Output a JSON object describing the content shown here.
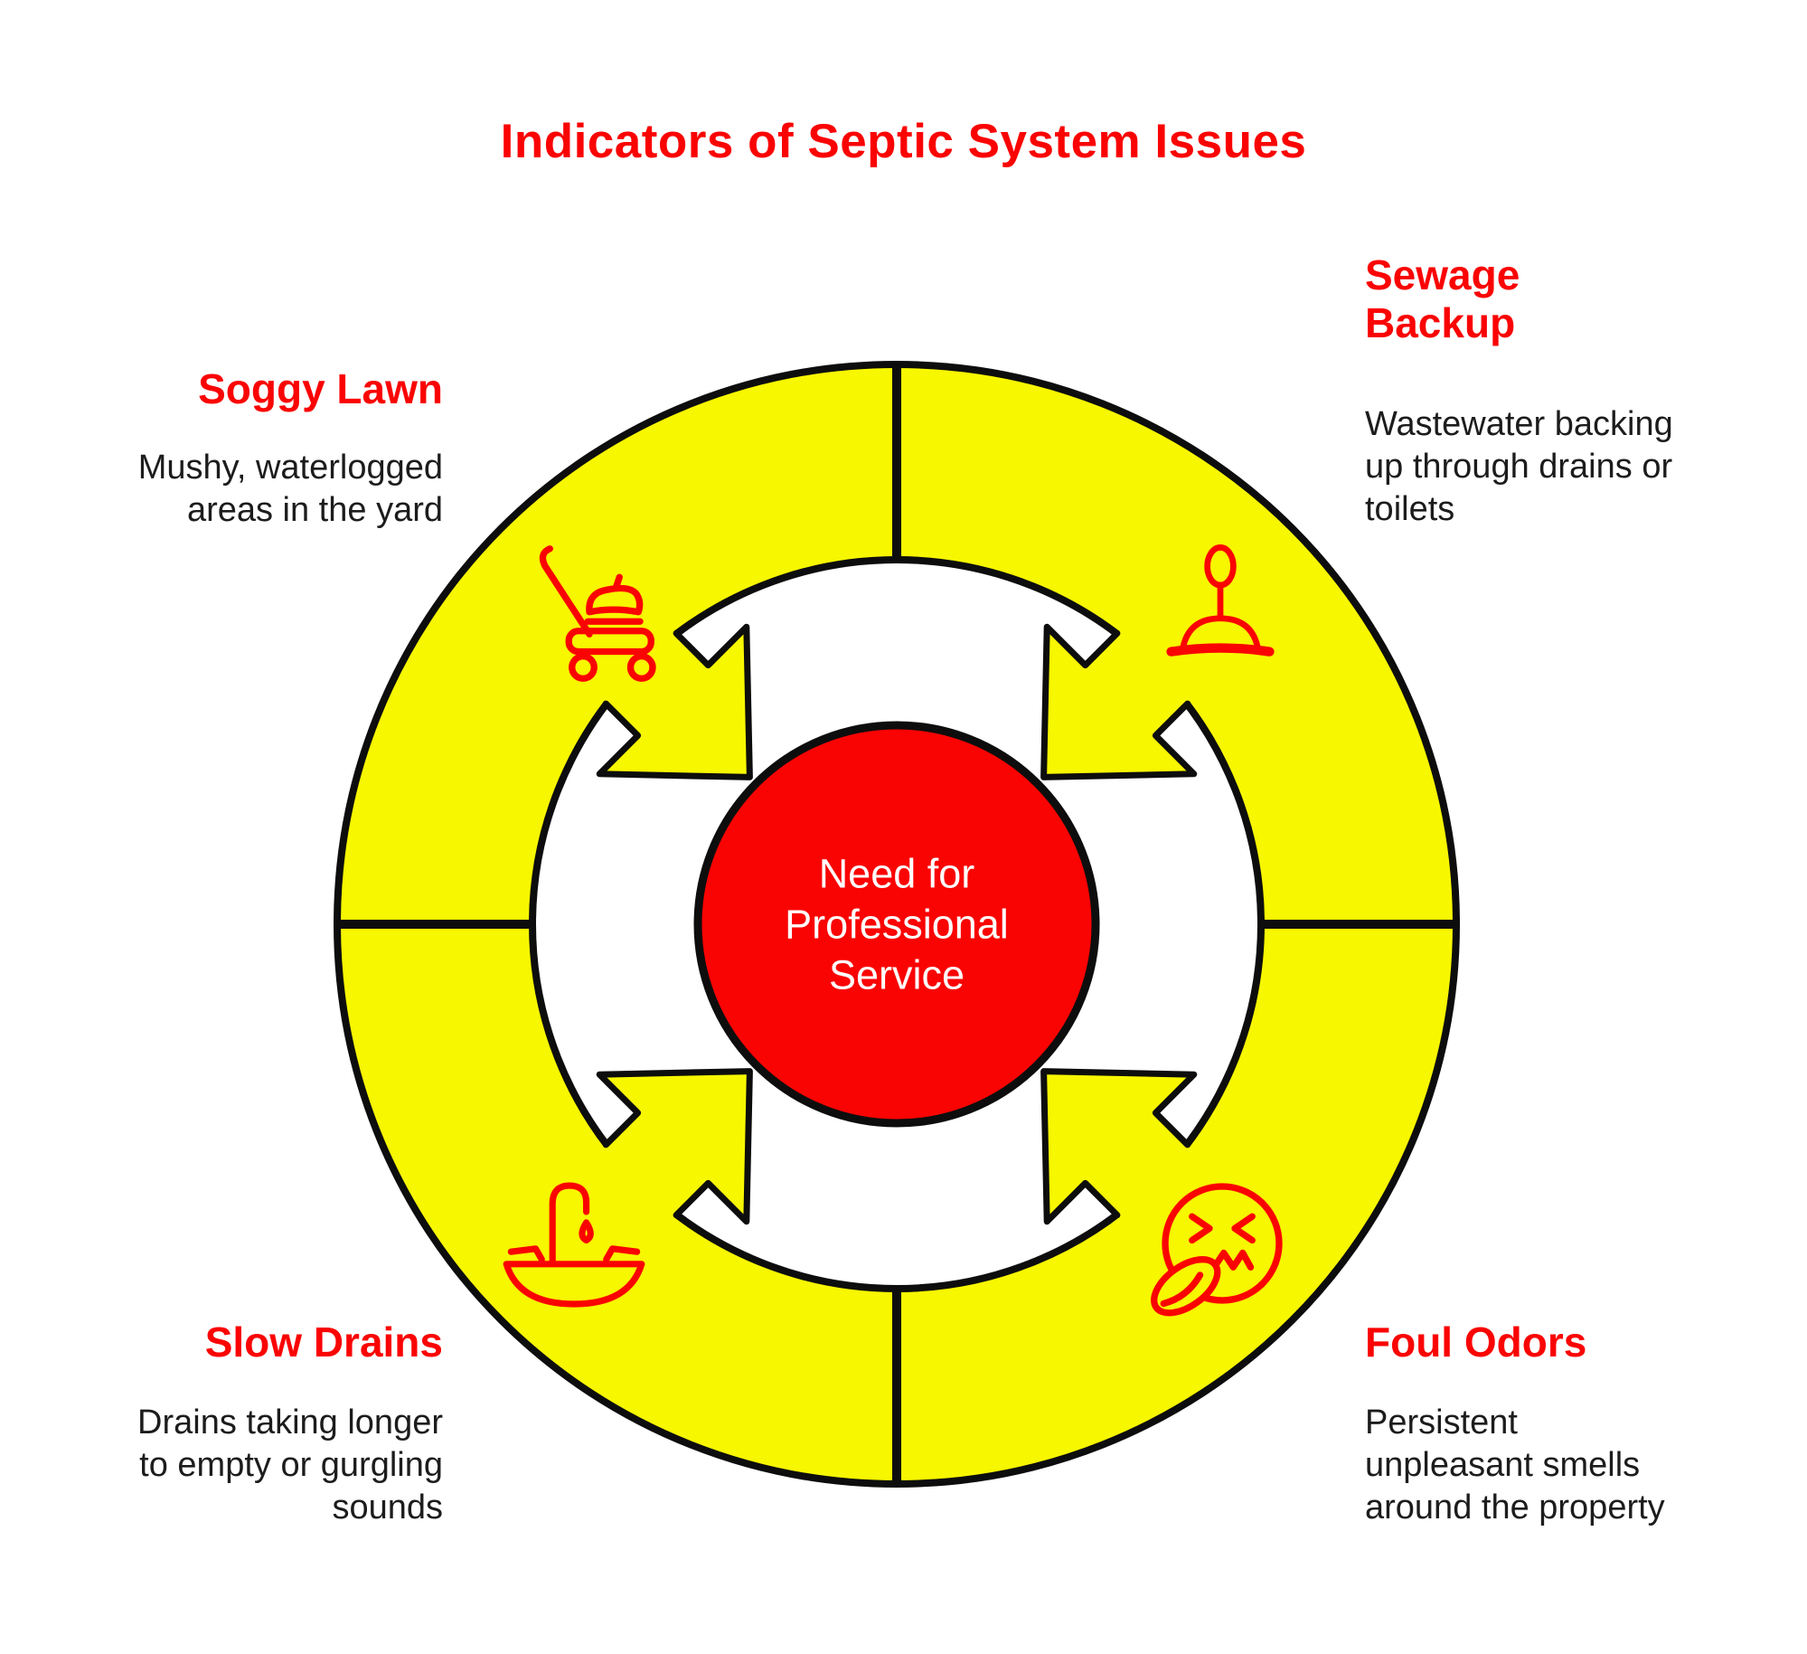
{
  "title": "Indicators of Septic System Issues",
  "colors": {
    "red": "#FA0303",
    "yellow": "#F7F700",
    "outline": "#0D0D0D",
    "text": "#1C1C1C",
    "background": "#FFFFFF",
    "center-text": "#FFFFFF"
  },
  "center": {
    "label": "Need for\nProfessional\nService"
  },
  "sections": {
    "soggy_lawn": {
      "heading": "Soggy Lawn",
      "description": "Mushy, waterlogged\nareas in the yard",
      "icon": "lawn-mower-icon",
      "position": "top-left"
    },
    "sewage_backup": {
      "heading": "Sewage\nBackup",
      "description": "Wastewater backing\nup through drains or\ntoilets",
      "icon": "plunger-icon",
      "position": "top-right"
    },
    "slow_drains": {
      "heading": "Slow Drains",
      "description": "Drains taking longer\nto empty or gurgling\nsounds",
      "icon": "sink-drip-icon",
      "position": "bottom-left"
    },
    "foul_odors": {
      "heading": "Foul Odors",
      "description": "Persistent\nunpleasant smells\naround the property",
      "icon": "stink-face-icon",
      "position": "bottom-right"
    }
  }
}
